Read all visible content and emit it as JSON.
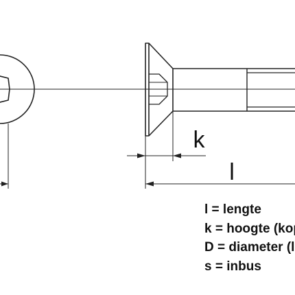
{
  "dimension_labels": {
    "k": "k",
    "l": "l"
  },
  "legend": [
    {
      "symbol": "l",
      "text": "l = lengte"
    },
    {
      "symbol": "k",
      "text": "k = hoogte (kop)"
    },
    {
      "symbol": "D",
      "text": "D = diameter (l"
    },
    {
      "symbol": "s",
      "text": "s = inbus"
    }
  ],
  "colors": {
    "line": "#222222",
    "background": "#ffffff"
  }
}
